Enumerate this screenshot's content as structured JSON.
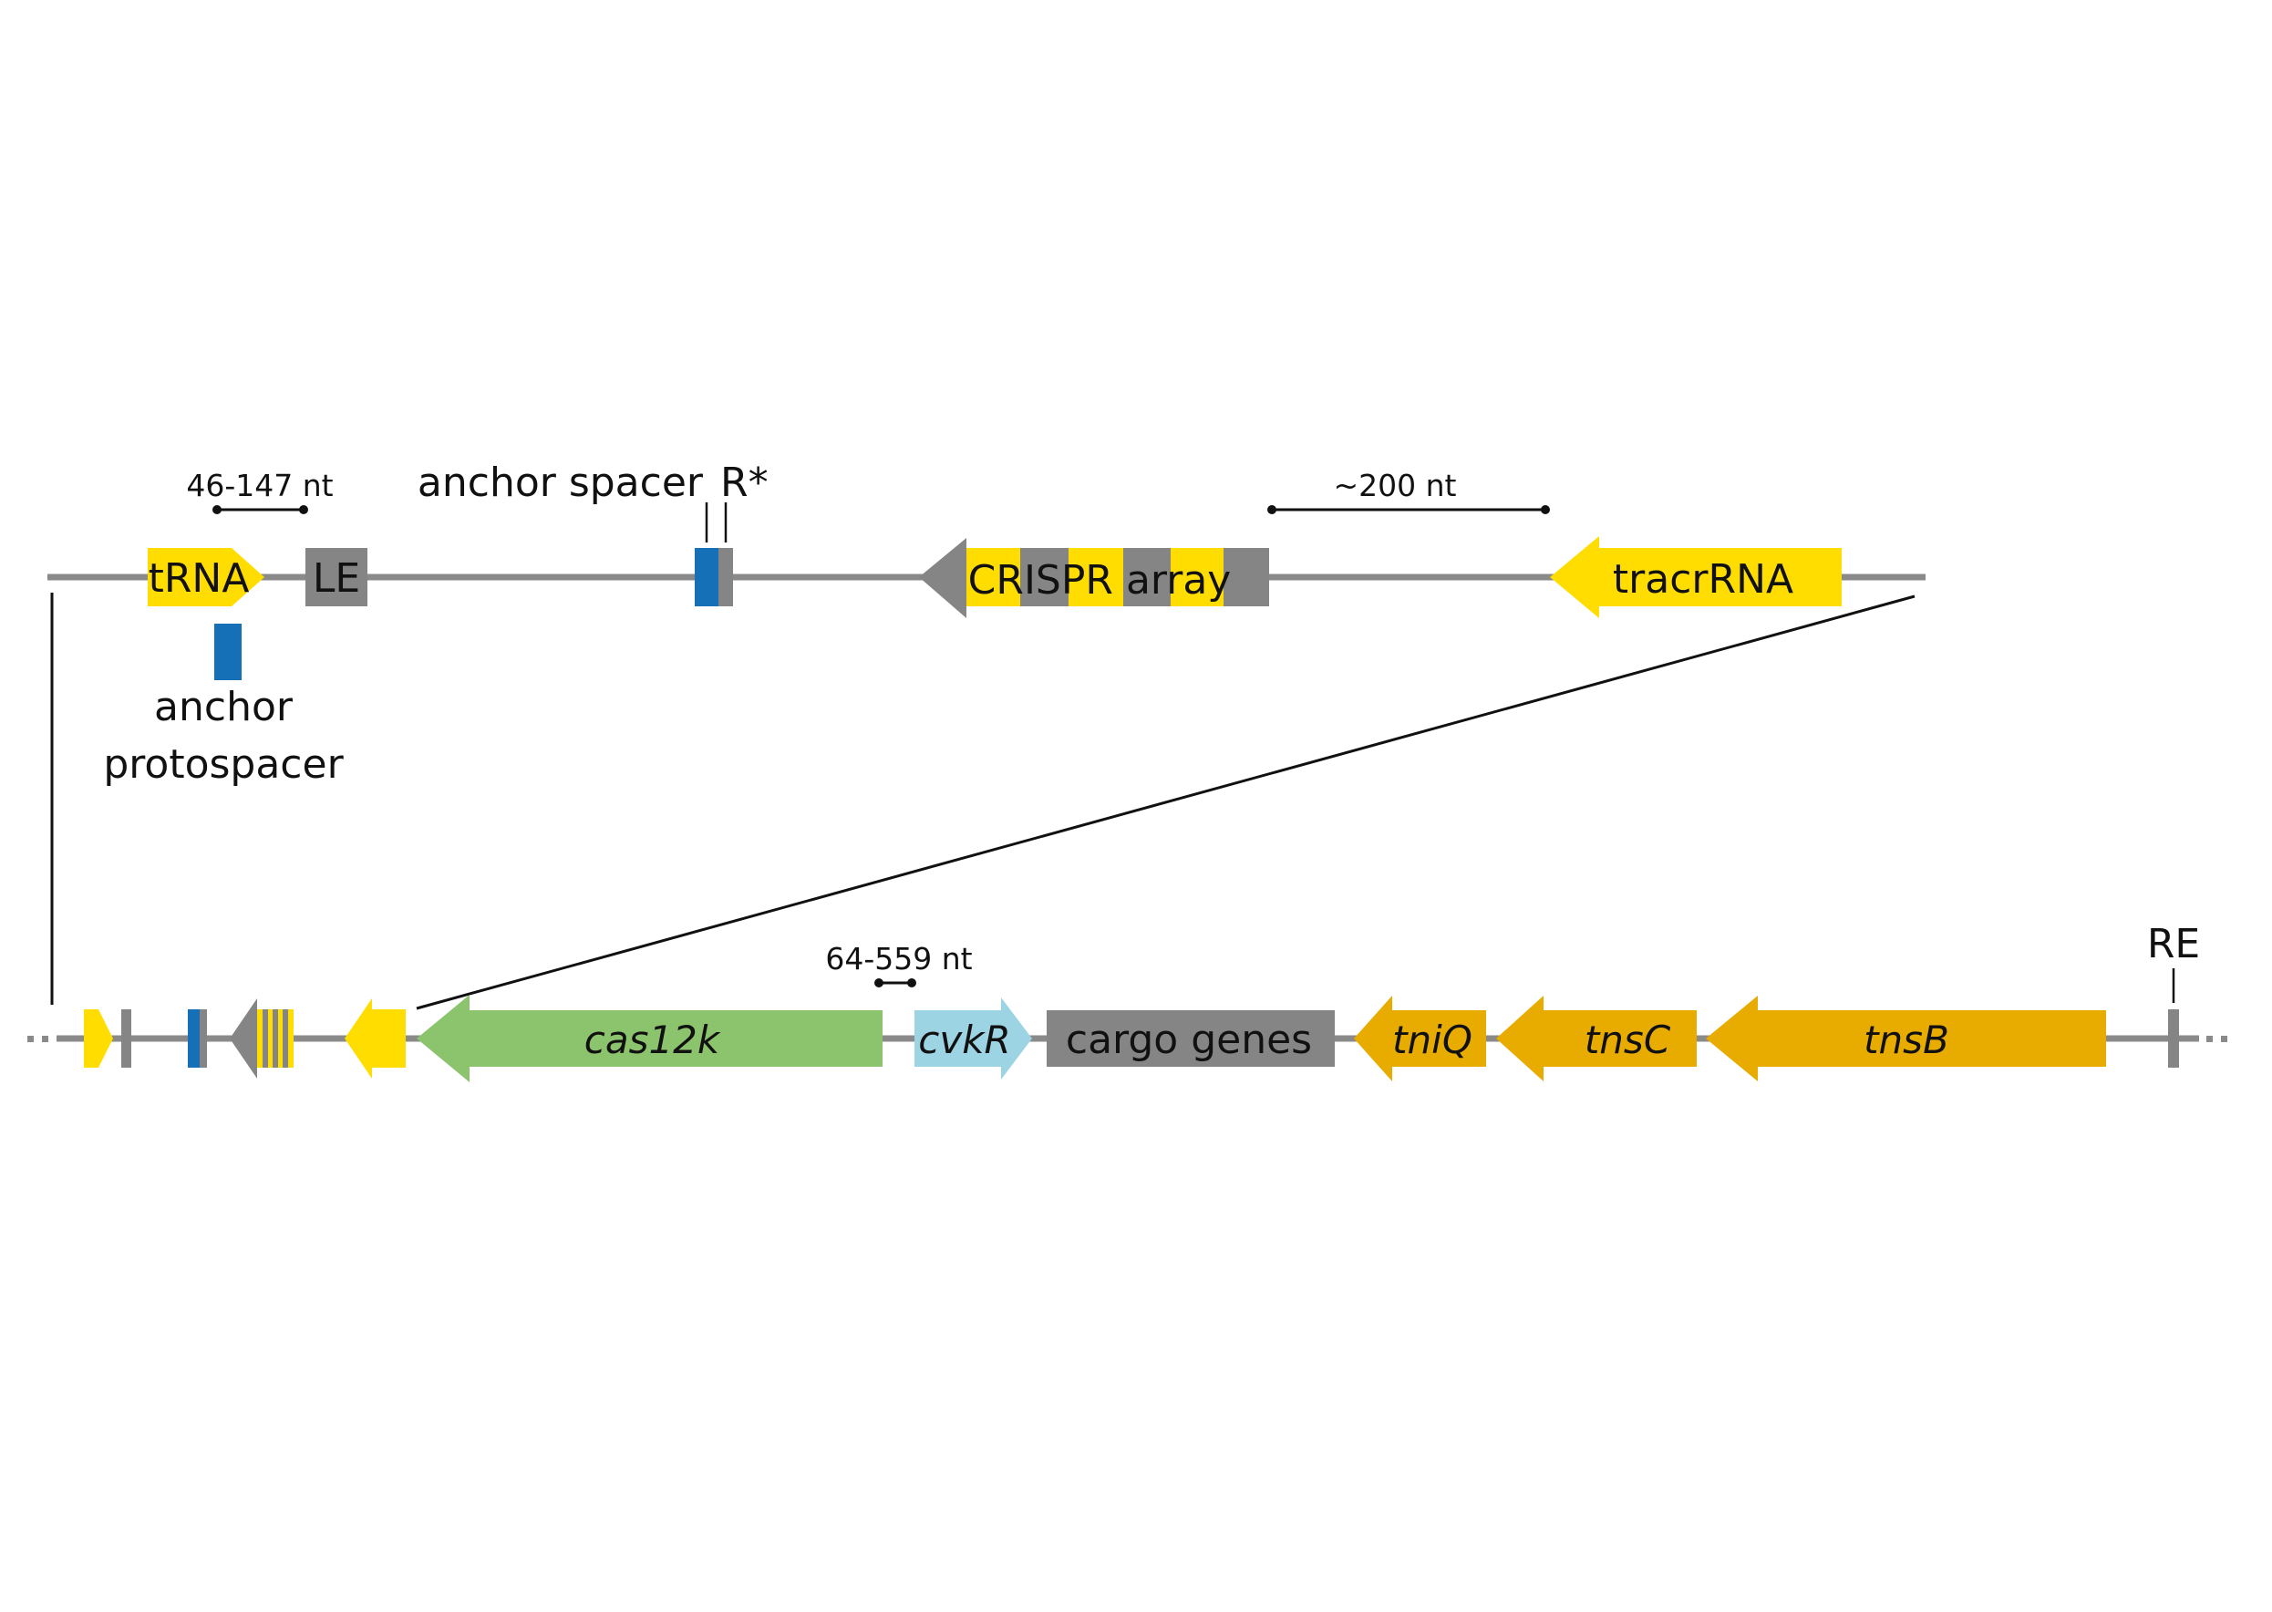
{
  "colors": {
    "backbone": "#8a8a8a",
    "yellow": "#ffdd00",
    "gray_element": "#858585",
    "blue": "#1670b8",
    "green": "#8cc46e",
    "light_blue": "#9dd4e3",
    "orange": "#e8ab00",
    "connector": "#111111"
  },
  "top_row": {
    "trna": "tRNA",
    "le": "LE",
    "crispr_array": "CRISPR array",
    "tracrrna": "tracrRNA",
    "anchor_protospacer_line1": "anchor",
    "anchor_protospacer_line2": "protospacer",
    "anchor_spacer": "anchor spacer",
    "r_star": "R*",
    "dist_trna_le": "46-147 nt",
    "dist_array_tracr": "~200 nt"
  },
  "bottom_row": {
    "cas12k": "cas12k",
    "cvkr": "cvkR",
    "cargo": "cargo genes",
    "tniq": "tniQ",
    "tnsc": "tnsC",
    "tnsb": "tnsB",
    "re": "RE",
    "dist_cas_cvkr": "64-559 nt"
  }
}
